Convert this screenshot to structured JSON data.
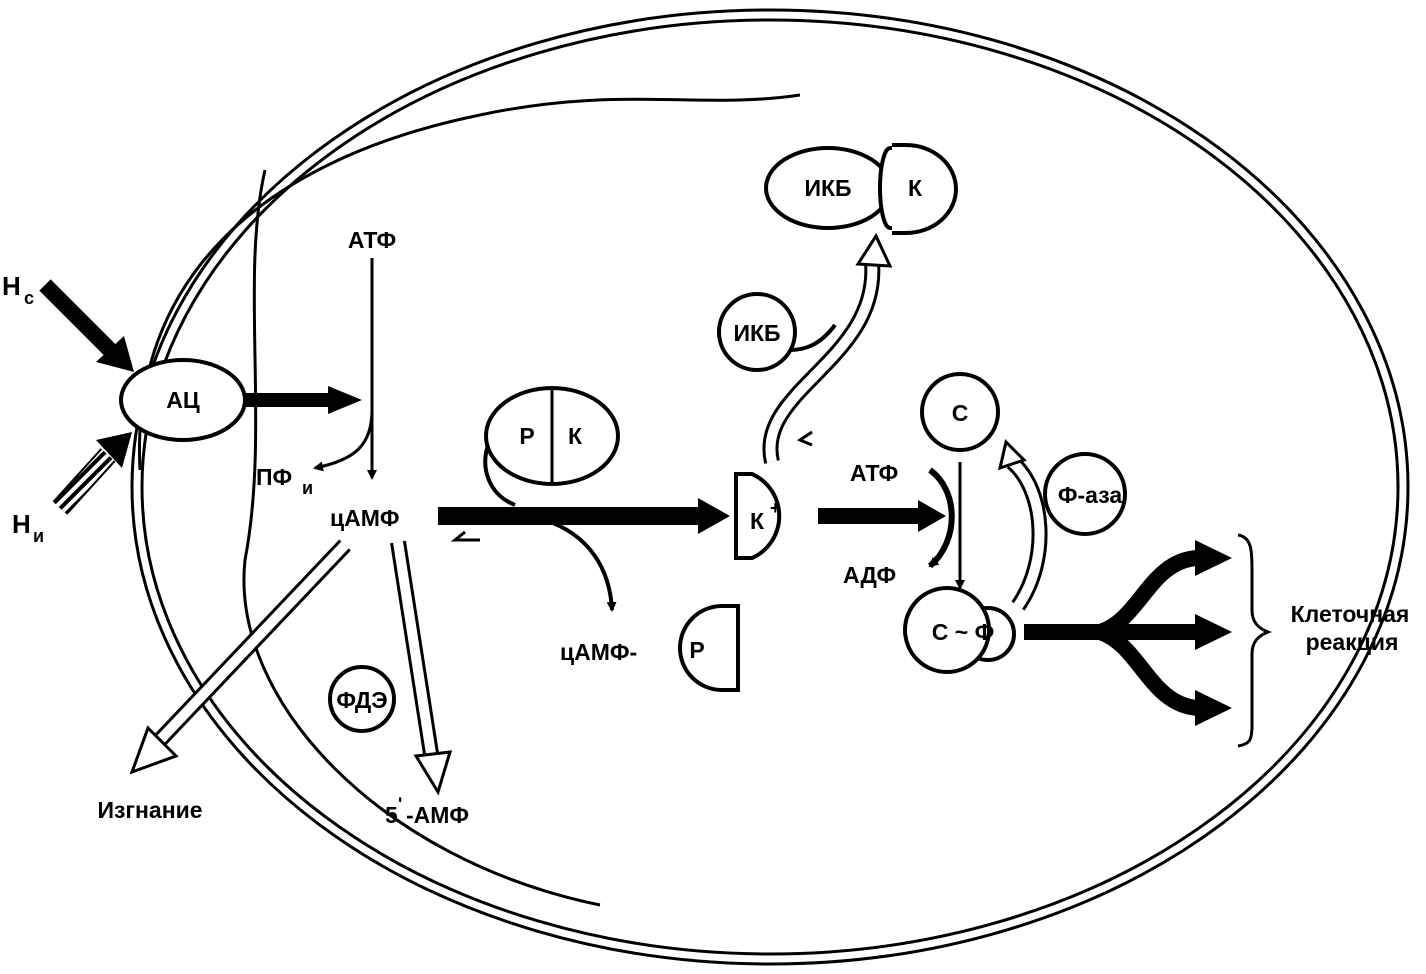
{
  "labels": {
    "h_c": "Н",
    "h_c_sub": "с",
    "h_i": "Н",
    "h_i_sub": "и",
    "ac": "АЦ",
    "atp_top": "АТФ",
    "ppi": "ПФ",
    "ppi_sub": "и",
    "camp": "цАМФ",
    "r": "Р",
    "k": "К",
    "k_plus": "К",
    "k_plus_sup": "+",
    "camp_r": "цАМФ-",
    "camp_r_r": "Р",
    "ikb_free": "ИКБ",
    "ikb_complex": "ИКБ",
    "k_complex": "К",
    "c": "С",
    "atp_right": "АТФ",
    "adp": "АДФ",
    "c_phos": "С ~ Ф",
    "phosphatase": "Ф-аза",
    "pde": "ФДЭ",
    "five_amp_num": "5",
    "five_amp_prime": "ʹ",
    "five_amp_rest": "-АМФ",
    "expulsion": "Изгнание",
    "cell_response_line1": "Клеточная",
    "cell_response_line2": "реакция"
  }
}
